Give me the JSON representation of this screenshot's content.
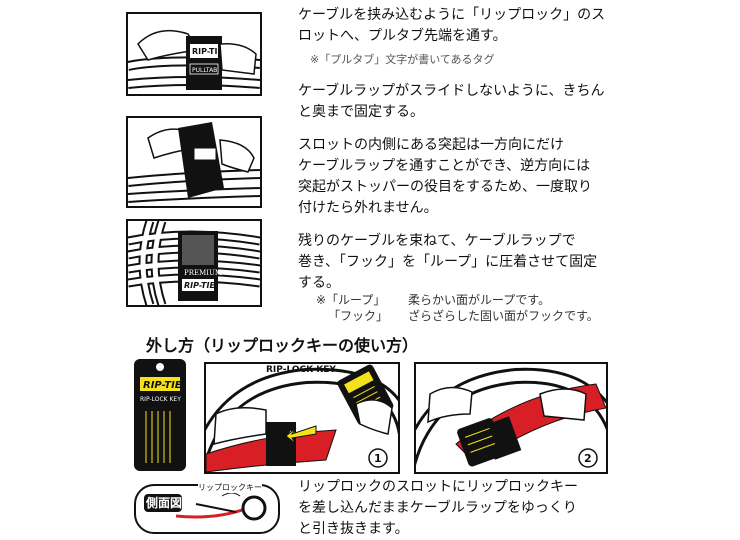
{
  "steps": [
    {
      "lines": [
        "ケーブルを挟み込むように「リップロック」のス",
        "ロットへ、プルタブ先端を通す。"
      ],
      "note": "※「プルタブ」文字が書いてあるタグ",
      "illustration_label": "PULLTAB"
    },
    {
      "lines": [
        "ケーブルラップがスライドしないように、きちん",
        "と奥まで固定する。"
      ]
    },
    {
      "lines": [
        "スロットの内側にある突起は一方向にだけ",
        "ケーブルラップを通すことができ、逆方向には",
        "突起がストッパーの役目をするため、一度取り",
        "付けたら外れません。"
      ]
    },
    {
      "lines": [
        "残りのケーブルを束ねて、ケーブルラップで",
        "巻き、「フック」を「ループ」に圧着させて固定",
        "する。"
      ],
      "notes": [
        {
          "term": "※「ループ」",
          "desc": "柔らかい面がループです。"
        },
        {
          "term": "「フック」",
          "desc": "ざらざらした固い面がフックです。"
        }
      ],
      "illustration_labels": [
        "PREMIUM",
        "RIP-TIE"
      ]
    }
  ],
  "removal": {
    "title": "外し方（リップロックキーの使い方）",
    "key_logo": "RIP-TIE",
    "key_name": "RIP-LOCK KEY",
    "panel1_label": "RIP-LOCK KEY",
    "panel1_number": "1",
    "panel2_number": "2",
    "side_view_label": "側面図",
    "side_view_callout": "リップロックキー",
    "instruction_lines": [
      "リップロックのスロットにリップロックキー",
      "を差し込んだままケーブルラップをゆっくり",
      "と引き抜きます。"
    ]
  },
  "colors": {
    "red_strap": "#d81f26",
    "key_yellow": "#f5e21a",
    "dark": "#111111"
  }
}
